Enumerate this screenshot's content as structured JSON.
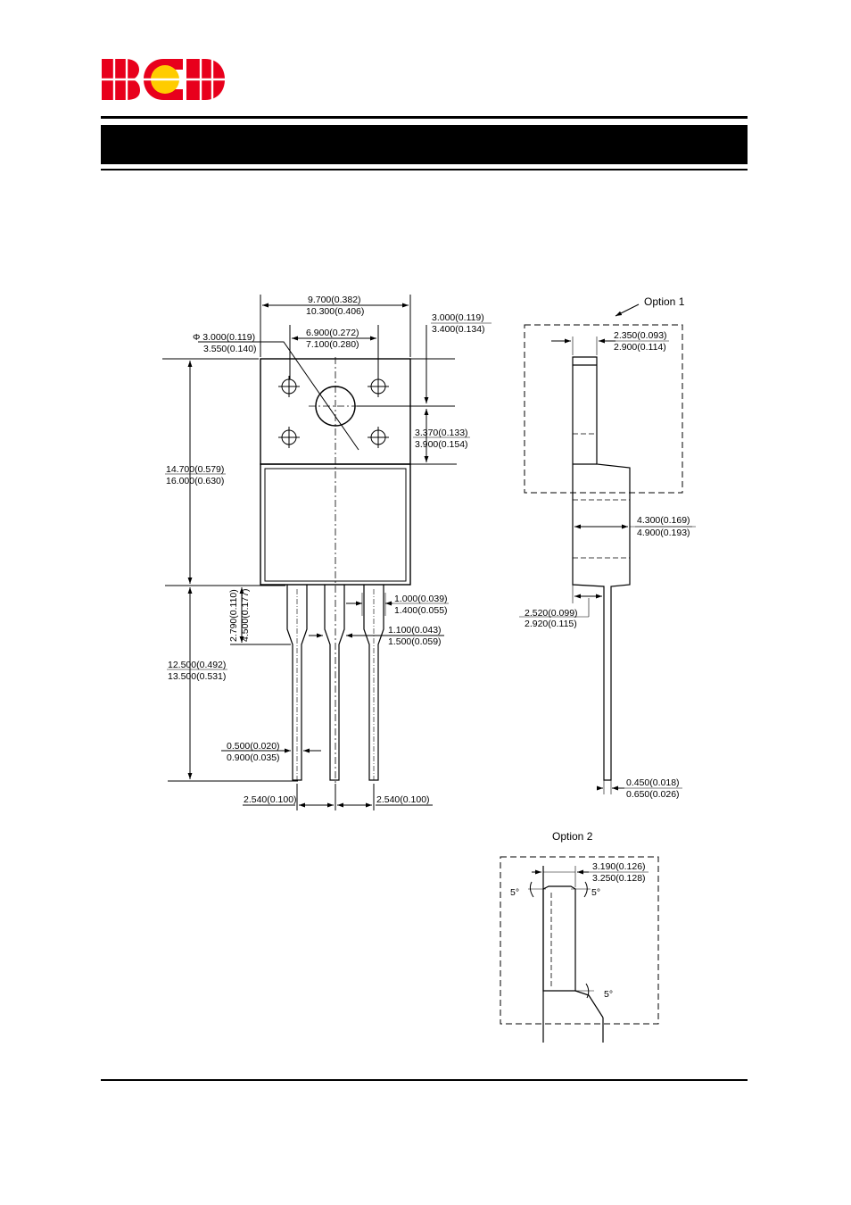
{
  "colors": {
    "logo_red": "#e8001c",
    "logo_yellow": "#ffcc00",
    "line": "#000000"
  },
  "main_view": {
    "width": {
      "min": "9.700(0.382)",
      "max": "10.300(0.406)"
    },
    "hole_spacing": {
      "min": "6.900(0.272)",
      "max": "7.100(0.280)"
    },
    "hole_dia": {
      "min": "Φ 3.000(0.119)",
      "max": "3.550(0.140)"
    },
    "top_to_hole": {
      "min": "3.000(0.119)",
      "max": "3.400(0.134)"
    },
    "hole_to_step": {
      "min": "3.370(0.133)",
      "max": "3.900(0.154)"
    },
    "body_height": {
      "min": "14.700(0.579)",
      "max": "16.000(0.630)"
    },
    "shoulder": {
      "min": "2.790(0.110)",
      "max": "4.500(0.177)"
    },
    "lead_length": {
      "min": "12.500(0.492)",
      "max": "13.500(0.531)"
    },
    "lead_width_top": {
      "min": "1.000(0.039)",
      "max": "1.400(0.055)"
    },
    "lead_width_mid": {
      "min": "1.100(0.043)",
      "max": "1.500(0.059)"
    },
    "lead_width": {
      "min": "0.500(0.020)",
      "max": "0.900(0.035)"
    },
    "pitch_left": "2.540(0.100)",
    "pitch_right": "2.540(0.100)"
  },
  "side_view": {
    "option1_label": "Option 1",
    "tab_thickness": {
      "min": "2.350(0.093)",
      "max": "2.900(0.114)"
    },
    "body_thickness": {
      "min": "4.300(0.169)",
      "max": "4.900(0.193)"
    },
    "lead_offset": {
      "min": "2.520(0.099)",
      "max": "2.920(0.115)"
    },
    "lead_thickness": {
      "min": "0.450(0.018)",
      "max": "0.650(0.026)"
    }
  },
  "option2": {
    "label": "Option 2",
    "tab_thickness": {
      "min": "3.190(0.126)",
      "max": "3.250(0.128)"
    },
    "angle_left": "5°",
    "angle_right": "5°",
    "angle_bottom": "5°"
  }
}
